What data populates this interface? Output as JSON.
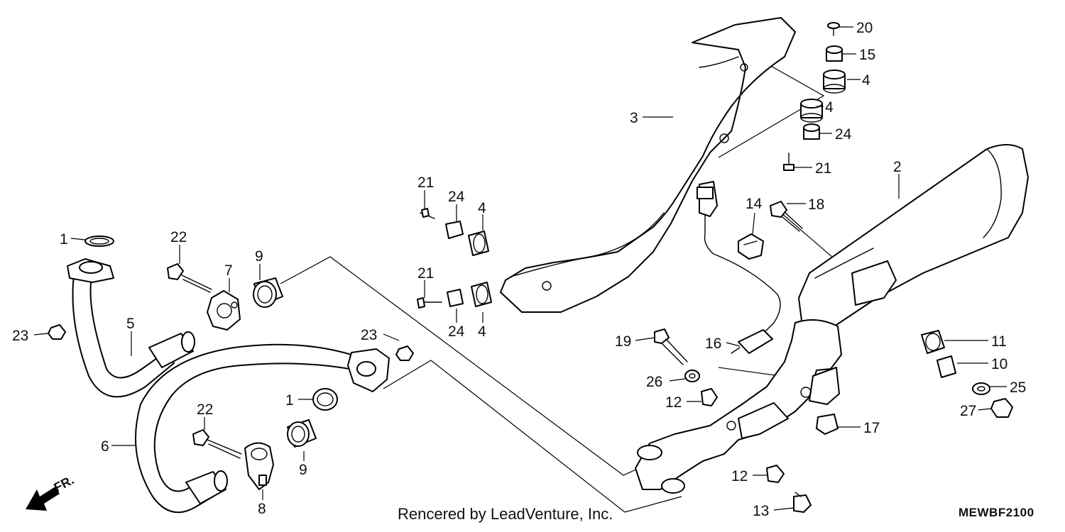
{
  "credit": "Rencered by LeadVenture, Inc.",
  "diagram_code": "MEWBF2100",
  "front_marker": "FR.",
  "callouts": [
    {
      "n": "1"
    },
    {
      "n": "1"
    },
    {
      "n": "2"
    },
    {
      "n": "3"
    },
    {
      "n": "4"
    },
    {
      "n": "4"
    },
    {
      "n": "4"
    },
    {
      "n": "4"
    },
    {
      "n": "5"
    },
    {
      "n": "6"
    },
    {
      "n": "7"
    },
    {
      "n": "8"
    },
    {
      "n": "9"
    },
    {
      "n": "9"
    },
    {
      "n": "10"
    },
    {
      "n": "11"
    },
    {
      "n": "12"
    },
    {
      "n": "12"
    },
    {
      "n": "13"
    },
    {
      "n": "14"
    },
    {
      "n": "15"
    },
    {
      "n": "16"
    },
    {
      "n": "17"
    },
    {
      "n": "18"
    },
    {
      "n": "19"
    },
    {
      "n": "20"
    },
    {
      "n": "21"
    },
    {
      "n": "21"
    },
    {
      "n": "21"
    },
    {
      "n": "22"
    },
    {
      "n": "22"
    },
    {
      "n": "23"
    },
    {
      "n": "23"
    },
    {
      "n": "24"
    },
    {
      "n": "24"
    },
    {
      "n": "24"
    },
    {
      "n": "25"
    },
    {
      "n": "26"
    },
    {
      "n": "27"
    }
  ]
}
